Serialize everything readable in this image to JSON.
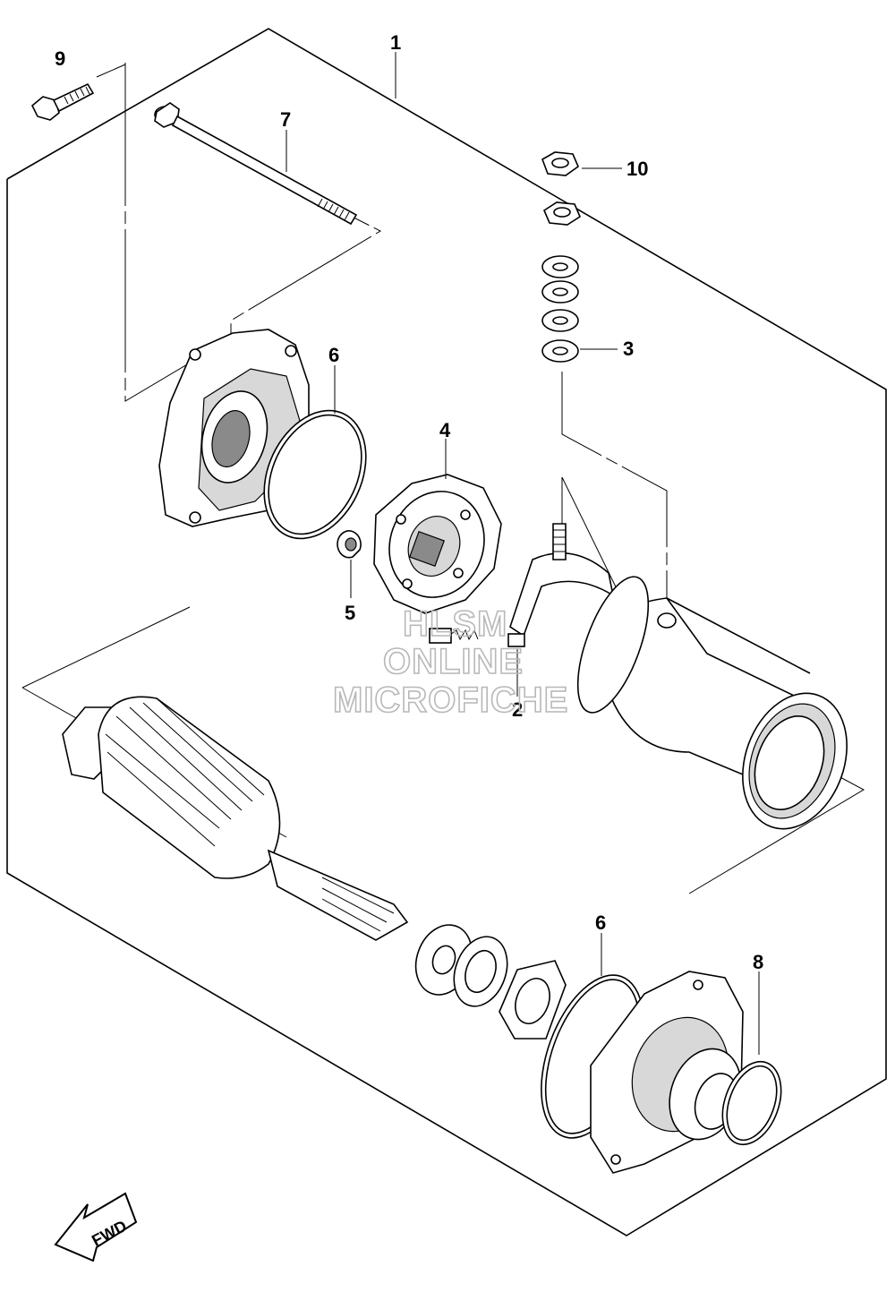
{
  "callouts": {
    "c1": "1",
    "c2": "2",
    "c3": "3",
    "c4": "4",
    "c5": "5",
    "c6a": "6",
    "c6b": "6",
    "c7": "7",
    "c8": "8",
    "c9": "9",
    "c10": "10"
  },
  "watermark": {
    "line1": "HLSM",
    "line2": "ONLINE",
    "line3": "MICROFICHE"
  },
  "fwd_label": "FWD",
  "colors": {
    "line": "#000000",
    "watermark": "#b8b8b8",
    "background": "#ffffff"
  }
}
